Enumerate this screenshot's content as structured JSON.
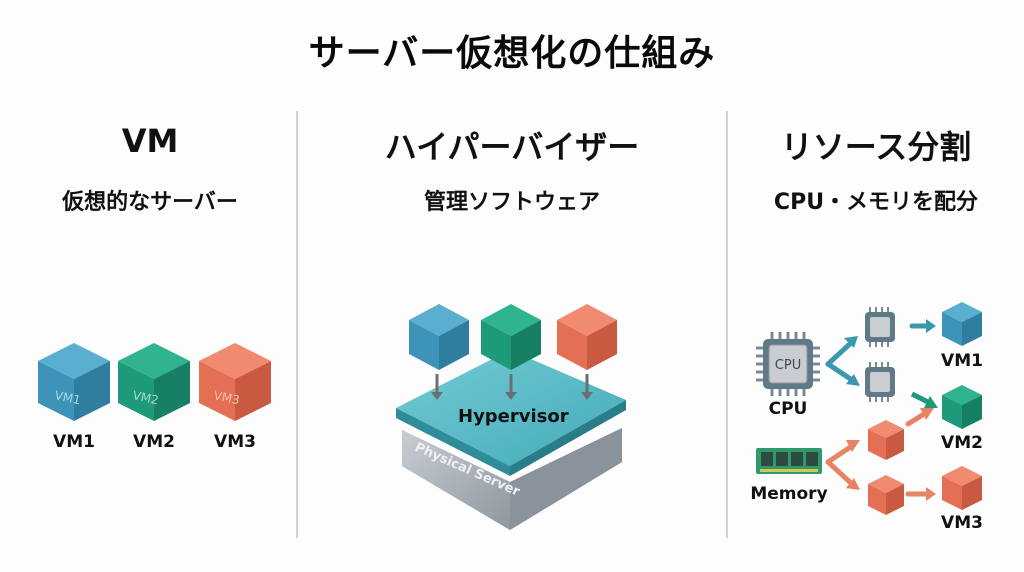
{
  "title": "サーバー仮想化の仕組み",
  "colors": {
    "vm1": "#3d94b8",
    "vm2": "#1e9a7a",
    "vm3": "#e36f54",
    "hypervisor": "#4fb8c4",
    "server": "#9aa2ab",
    "divider": "#cfd2d6"
  },
  "sections": [
    {
      "heading": "VM",
      "subheading": "仮想的なサーバー",
      "cubes": [
        {
          "face_label": "VM1",
          "caption": "VM1"
        },
        {
          "face_label": "VM2",
          "caption": "VM2"
        },
        {
          "face_label": "VM3",
          "caption": "VM3"
        }
      ]
    },
    {
      "heading": "ハイパーバイザー",
      "subheading": "管理ソフトウェア",
      "hypervisor_label": "Hypervisor",
      "server_label": "Physical Server"
    },
    {
      "heading": "リソース分割",
      "subheading": "CPU・メモリを配分",
      "cpu_chip_label": "CPU",
      "cpu_caption": "CPU",
      "memory_caption": "Memory",
      "vm_captions": [
        "VM1",
        "VM2",
        "VM3"
      ]
    }
  ]
}
